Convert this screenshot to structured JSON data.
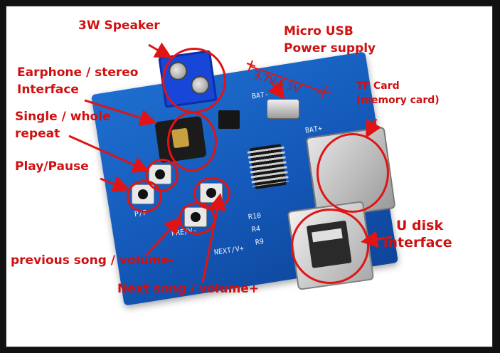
{
  "labels": {
    "speaker": "3W Speaker",
    "micro_usb_line1": "Micro USB",
    "micro_usb_line2": "Power supply",
    "voltage": "3.7V-5.5V",
    "earphone_line1": "Earphone / stereo",
    "earphone_line2": "Interface",
    "repeat_line1": "Single / whole",
    "repeat_line2": "repeat",
    "play_pause": "Play/Pause",
    "tf_line1": "TF Card",
    "tf_line2": "(memory card)",
    "udisk_line1": "U disk",
    "udisk_line2": "interface",
    "previous_song": "previous song / volume-",
    "next_song": "Next song / volume+"
  },
  "silkscreen": {
    "bat_minus": "BAT-",
    "bat_plus": "BAT+",
    "p_p": "P/P",
    "pre": "PRE/V-",
    "next": "NEXT/V+",
    "r10": "R10",
    "r4": "R4",
    "r9": "R9"
  },
  "colors": {
    "annotation": "#e01414",
    "board": "#1560c4",
    "terminal": "#1746d8",
    "frame_border": "#111111"
  }
}
